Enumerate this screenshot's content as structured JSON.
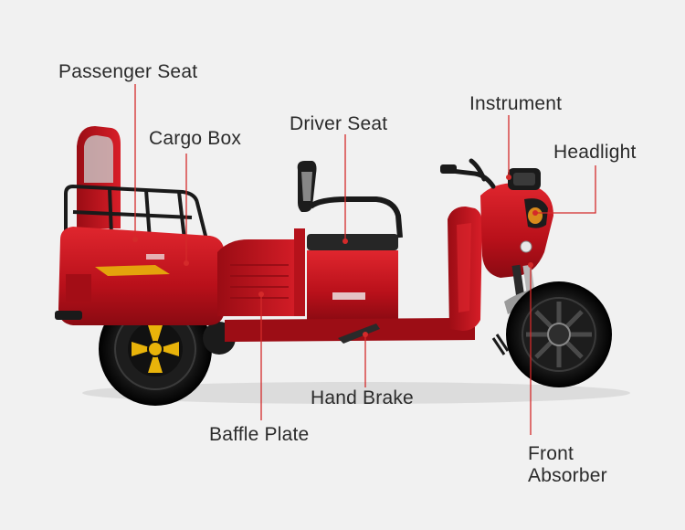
{
  "labels": {
    "passenger_seat": "Passenger Seat",
    "cargo_box": "Cargo Box",
    "driver_seat": "Driver Seat",
    "instrument": "Instrument",
    "headlight": "Headlight",
    "hand_brake": "Hand Brake",
    "baffle_plate": "Baffle Plate",
    "front_absorber_line1": "Front",
    "front_absorber_line2": "Absorber"
  },
  "colors": {
    "background": "#f1f1f1",
    "body_red": "#c8141e",
    "leader_red": "#d42a2a",
    "text": "#2b2b2b"
  }
}
